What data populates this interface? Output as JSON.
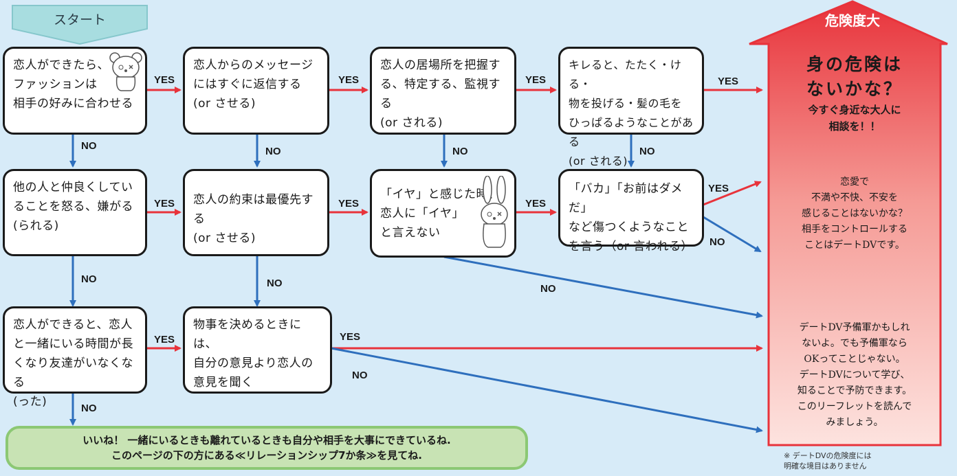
{
  "start_label": "スタート",
  "boxes": {
    "b1": "恋人ができたら、\nファッションは\n相手の好みに合わせる",
    "b2": "恋人からのメッセージ\nにはすぐに返信する\n(or させる)",
    "b3": "恋人の居場所を把握す\nる、特定する、監視する\n(or される)",
    "b4": "キレると、たたく・ける・\n物を投げる・髪の毛を\nひっぱるようなことがある\n(or される)",
    "b5": "他の人と仲良くしてい\nることを怒る、嫌がる\n(られる)",
    "b6": "恋人の約束は最優先する\n(or させる)",
    "b7": "「イヤ」と感じた時、\n恋人に「イヤ」\nと言えない",
    "b8": "「バカ」「お前はダメだ」\nなど傷つくようなこと\nを言う（or 言われる）",
    "b9": "恋人ができると、恋人\nと一緒にいる時間が長\nくなり友達がいなくなる\n(った)",
    "b10": "物事を決めるときには、\n自分の意見より恋人の\n意見を聞く"
  },
  "yes_label": "YES",
  "no_label": "NO",
  "danger_panel": {
    "label": "危険度大",
    "title": "身の危険は\nないかな？",
    "subtitle": "今すぐ身近な大人に\n相談を！！",
    "mid_text": "恋愛で\n不満や不快、不安を\n感じることはないかな？\n相手をコントロールする\nことはデートDVです。",
    "low_text": "デートDV予備軍かもしれ\nないよ。でも予備軍なら\nOKってことじゃない。\nデートDVについて学び、\n知ることで予防できます。\nこのリーフレットを読んで\nみましょう。"
  },
  "footnote": "※ デートDVの危険度には\n明確な境目はありません",
  "ok_text": "いいね！ 一緒にいるときも離れているときも自分や相手を大事にできているね.\nこのページの下の方にある≪リレーションシップ7か条≫を見てね.",
  "colors": {
    "background": "#d7ebf8",
    "yes_arrow": "#e8333b",
    "no_arrow": "#2e6fbd",
    "danger_top": "#e8333b",
    "danger_bottom": "#fbd6d2",
    "ok_fill": "#c8e3b4",
    "start_fill": "#a8dde0"
  },
  "icons": [
    "bear-icon",
    "rabbit-icon"
  ]
}
